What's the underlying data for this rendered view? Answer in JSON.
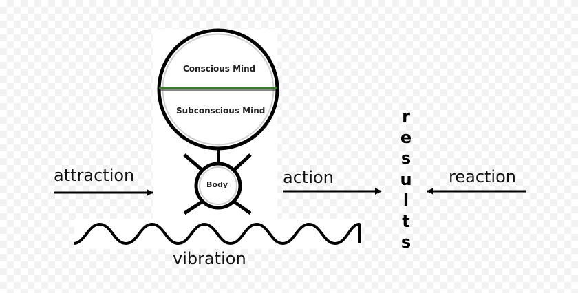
{
  "labels": {
    "conscious_mind": "Conscious Mind",
    "subconscious_mind": "Subconscious Mind",
    "body": "Body",
    "attraction": "attraction",
    "action": "action",
    "reaction": "reaction",
    "vibration": "vibration",
    "results_letters": [
      "r",
      "e",
      "s",
      "u",
      "l",
      "t",
      "s"
    ]
  },
  "colors": {
    "divider": "#3a7a2a",
    "stroke": "#000000"
  }
}
